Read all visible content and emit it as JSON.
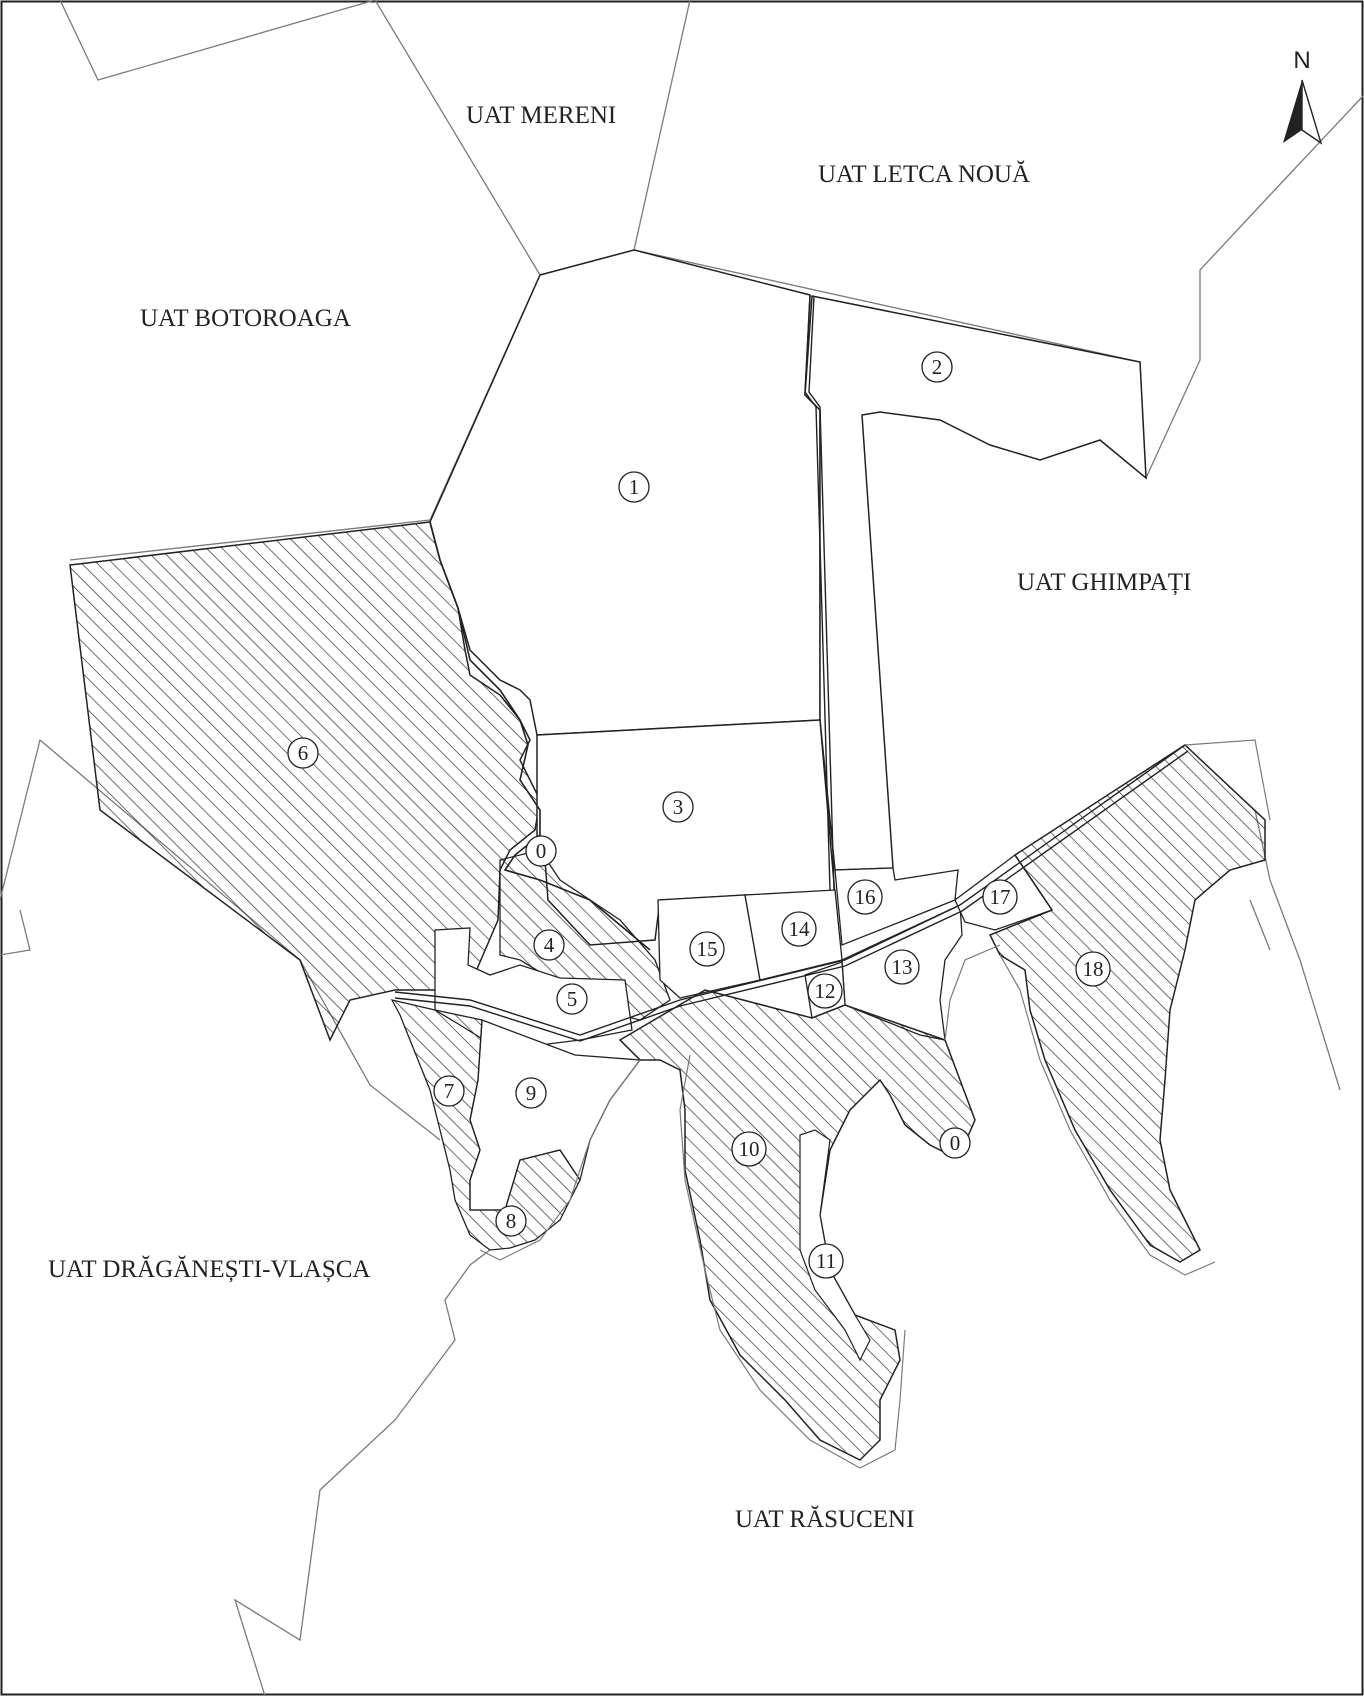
{
  "map": {
    "north_arrow": {
      "letter": "N",
      "icon": "north-arrow-icon"
    },
    "uat_labels": {
      "mereni": "UAT MERENI",
      "letca_noua": "UAT LETCA NOUĂ",
      "botoroaga": "UAT BOTOROAGA",
      "ghimpati": "UAT GHIMPAȚI",
      "draganesti": "UAT DRĂGĂNEȘTI-VLAȘCA",
      "rasuceni": "UAT RĂSUCENI"
    },
    "parcels": {
      "p1": "1",
      "p2": "2",
      "p3": "3",
      "p4": "4",
      "p5": "5",
      "p6": "6",
      "p7": "7",
      "p8": "8",
      "p9": "9",
      "p10": "10",
      "p11": "11",
      "p12": "12",
      "p13": "13",
      "p14": "14",
      "p15": "15",
      "p16": "16",
      "p17": "17",
      "p18": "18",
      "p0a": "0",
      "p0b": "0"
    },
    "colors": {
      "line": "#222222",
      "boundary": "#7a7a7a",
      "background": "#ffffff"
    }
  }
}
